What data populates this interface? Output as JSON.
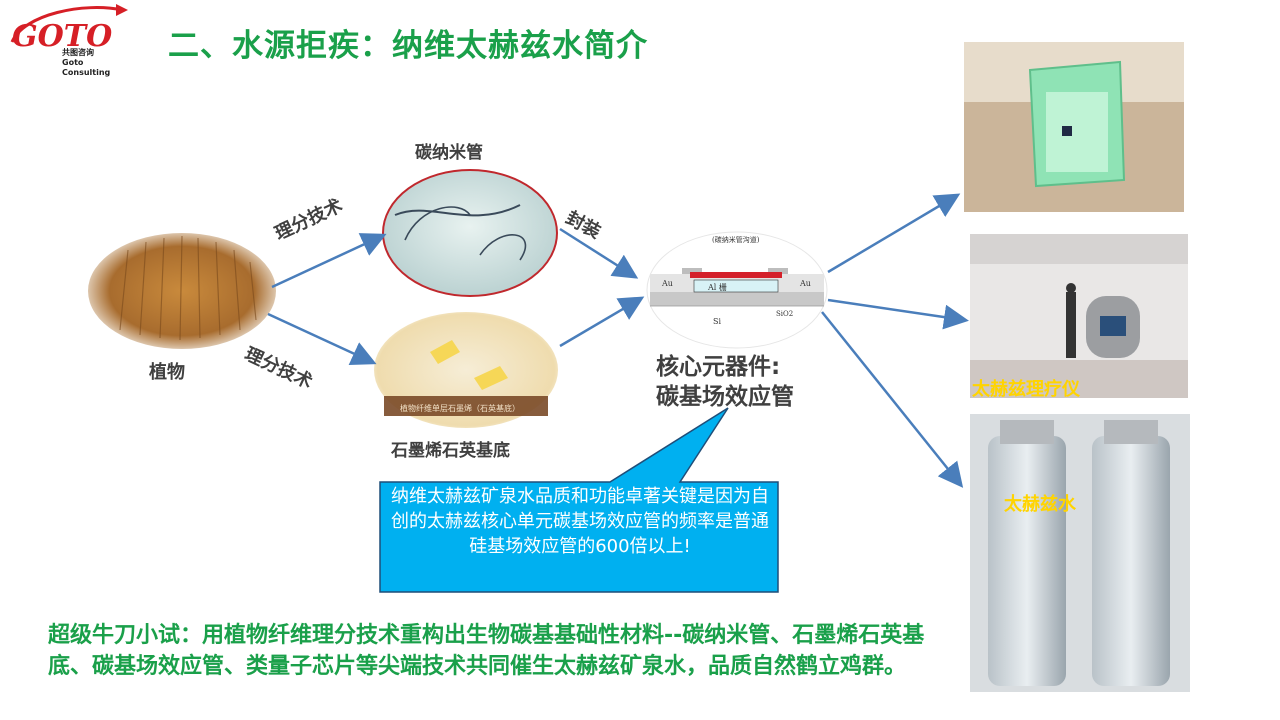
{
  "logo": {
    "text": "GOTO",
    "sub_cn": "共图咨询",
    "sub_en": "Goto Consulting"
  },
  "title": "二、水源拒疾：纳维太赫兹水简介",
  "labels": {
    "plant": "植物",
    "tech_upper": "理分技术",
    "tech_lower": "理分技术",
    "nanotube": "碳纳米管",
    "graphene": "石墨烯石英基底",
    "package": "封装",
    "component_line1": "核心元器件:",
    "component_line2": "碳基场效应管"
  },
  "graphene_plate_text": "植物纤维单层石墨烯（石英基底）",
  "device_diagram": {
    "channel": "(碳纳米管沟道)",
    "au_left": "Au",
    "au_right": "Au",
    "gate": "Al 栅",
    "sio2": "SiO2",
    "si": "Si"
  },
  "callout": "纳维太赫兹矿泉水品质和功能卓著关键是因为自创的太赫兹核心单元碳基场效应管的频率是普通硅基场效应管的600倍以上!",
  "photos": {
    "therapy_label": "太赫兹理疗仪",
    "water_label": "太赫兹水"
  },
  "bottom_text": "超级牛刀小试：用植物纤维理分技术重构出生物碳基基础性材料--碳纳米管、石墨烯石英基底、碳基场效应管、类量子芯片等尖端技术共同催生太赫兹矿泉水，品质自然鹤立鸡群。",
  "colors": {
    "title_green": "#1aa04a",
    "arrow_blue": "#4a7ebb",
    "callout_blue": "#00b0f0",
    "label_yellow": "#ffd400"
  }
}
